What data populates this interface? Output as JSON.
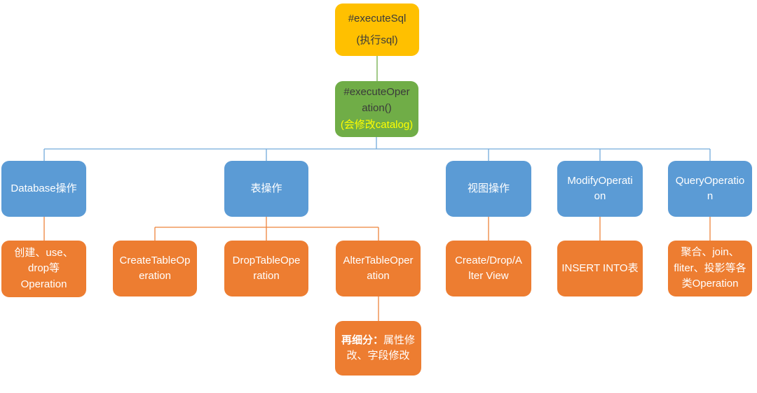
{
  "nodes": {
    "execute_sql": {
      "title": "#executeSql",
      "subtitle": "(执行sql)"
    },
    "execute_operation": {
      "title": "#executeOper\nation()",
      "subtitle": "(会修改catalog)"
    },
    "database_ops": {
      "label": "Database操作"
    },
    "table_ops": {
      "label": "表操作"
    },
    "view_ops": {
      "label": "视图操作"
    },
    "modify_operation": {
      "label": "ModifyOperati\non"
    },
    "query_operation": {
      "label": "QueryOperatio\nn"
    },
    "database_detail": {
      "label": "创建、use、\ndrop等\nOperation"
    },
    "create_table": {
      "label": "CreateTableOp\neration"
    },
    "drop_table": {
      "label": "DropTableOpe\nration"
    },
    "alter_table": {
      "label": "AlterTableOper\nation"
    },
    "alter_detail": {
      "bold": "再细分：",
      "rest": "属性修\n改、字段修改"
    },
    "view_detail": {
      "label": "Create/Drop/A\nlter View"
    },
    "insert_into": {
      "label": "INSERT INTO表"
    },
    "query_detail": {
      "label": "聚合、join、\nfliter、投影等各\n类Operation"
    }
  },
  "colors": {
    "background": "#FFFFFF",
    "root-fill": "#FFC000",
    "child-fill": "#70AD47",
    "blue-fill": "#5B9BD5",
    "orange-fill": "#ED7D31",
    "dark-text": "#3B3B3B",
    "white-text": "#FFFFFF",
    "yellow-text": "#FFFF00",
    "line-green": "#70AD47",
    "line-blue": "#5B9BD5",
    "line-orange": "#ED7D31"
  }
}
